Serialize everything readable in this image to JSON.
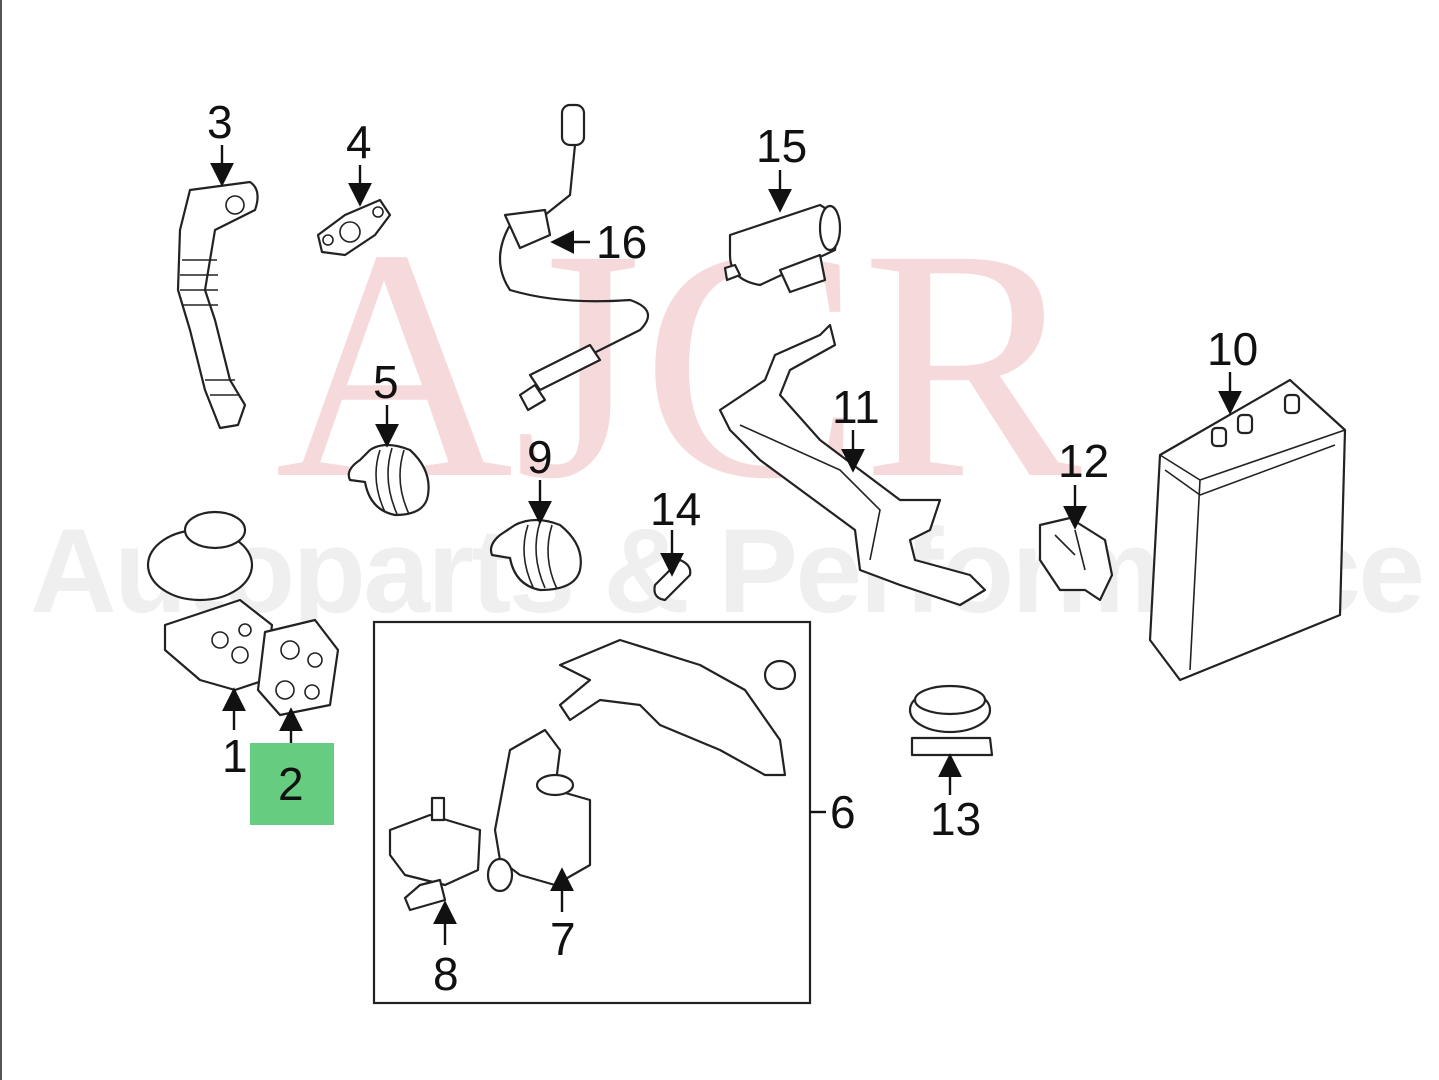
{
  "watermark": {
    "logo": "AJCR",
    "tagline": "Autoparts & Performance"
  },
  "highlight_color": "#66cc80",
  "callouts": {
    "c1": "1",
    "c2": "2",
    "c3": "3",
    "c4": "4",
    "c5": "5",
    "c6": "6",
    "c7": "7",
    "c8": "8",
    "c9": "9",
    "c10": "10",
    "c11": "11",
    "c12": "12",
    "c13": "13",
    "c14": "14",
    "c15": "15",
    "c16": "16"
  },
  "highlighted_callout": "2"
}
